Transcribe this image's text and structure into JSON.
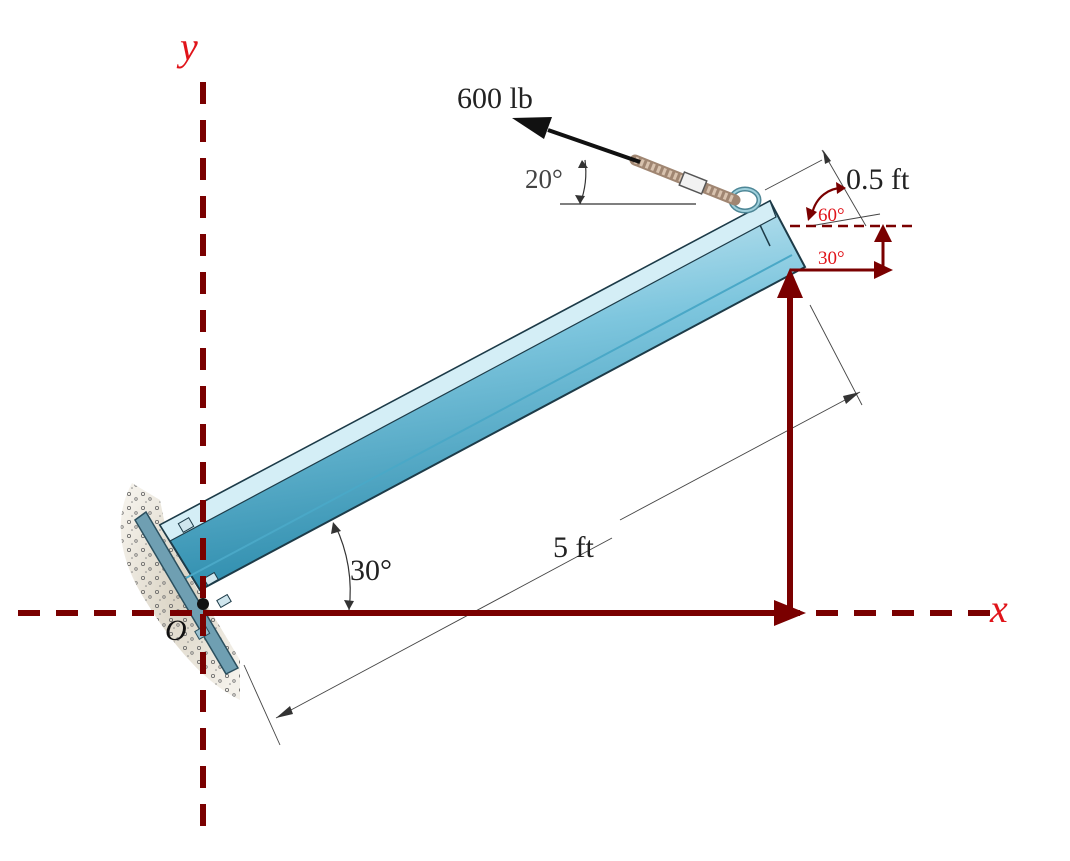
{
  "labels": {
    "y_axis": "y",
    "x_axis": "x",
    "origin": "O",
    "force": "600 lb",
    "cable_angle": "20°",
    "beam_angle": "30°",
    "length": "5 ft",
    "offset": "0.5 ft",
    "angle_60": "60°",
    "angle_30": "30°"
  },
  "colors": {
    "axis": "#7a0000",
    "label_red": "#e0141a",
    "beam_light": "#cfeaf2",
    "beam_dark": "#2f90b0",
    "ink": "#1a1a1a"
  }
}
